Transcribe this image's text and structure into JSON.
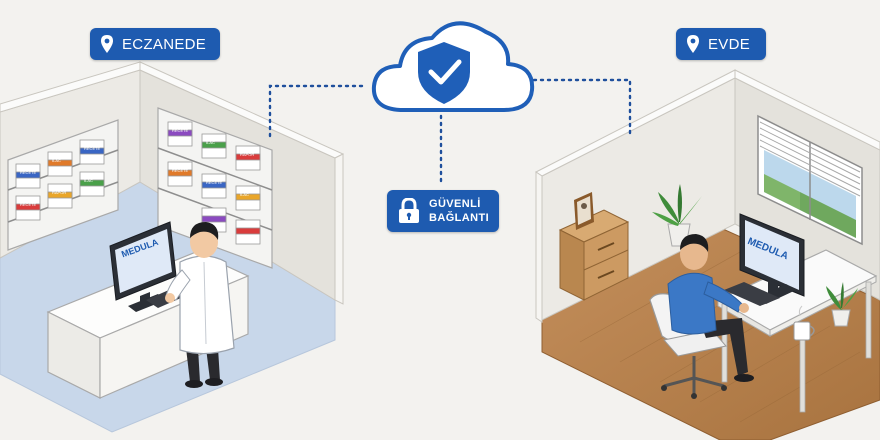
{
  "locations": {
    "pharmacy_label": "ECZANEDE",
    "home_label": "EVDE"
  },
  "connection": {
    "line1": "GÜVENLİ",
    "line2": "BAĞLANTI"
  },
  "screens": {
    "pharmacy_text": "MEDULA",
    "home_text": "MEDULA"
  },
  "shelf_box_labels": [
    "RECETE",
    "ILAC",
    "RECETE",
    "RECETE",
    "RAPOR",
    "ILAC",
    "RECETE",
    "ILAC",
    "RAPOR",
    "RECETE",
    "RECETE",
    "ILAC"
  ],
  "colors": {
    "accent_blue": "#1e5bb0",
    "cloud_blue": "#1f5fb8",
    "floor_pharmacy": "#c8d7ea",
    "floor_home": "#b98553"
  },
  "icons": [
    "location-pin-icon",
    "cloud-icon",
    "shield-check-icon",
    "padlock-icon"
  ]
}
